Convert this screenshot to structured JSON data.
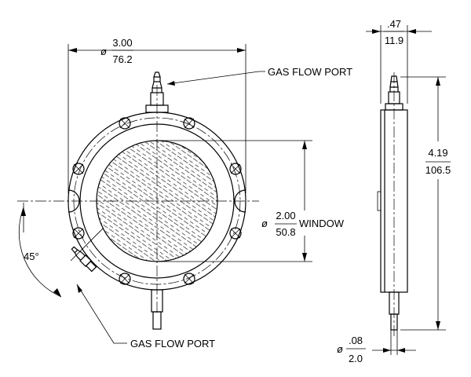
{
  "labels": {
    "gas_port_top": "GAS FLOW PORT",
    "gas_port_bottom": "GAS FLOW PORT",
    "window": "WINDOW",
    "angle": "45°"
  },
  "dimensions": {
    "outer_diameter": {
      "prefix": "ø",
      "top": "3.00",
      "bottom": "76.2"
    },
    "window_diameter": {
      "prefix": "ø",
      "top": "2.00",
      "bottom": "50.8"
    },
    "thickness": {
      "top": ".47",
      "bottom": "11.9"
    },
    "height": {
      "top": "4.19",
      "bottom": "106.5"
    },
    "port_diameter": {
      "prefix": "ø",
      "top": ".08",
      "bottom": "2.0"
    }
  },
  "colors": {
    "ink": "#000000",
    "paper": "#ffffff"
  }
}
